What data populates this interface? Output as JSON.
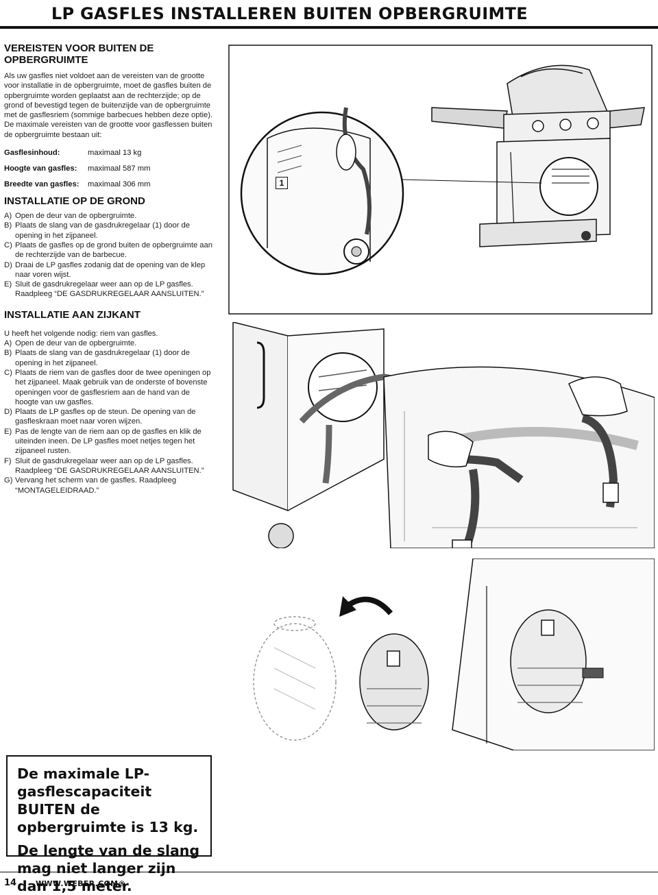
{
  "header": {
    "title": "LP GASFLES INSTALLEREN BUITEN OPBERGRUIMTE"
  },
  "requirements": {
    "heading_line1": "VEREISTEN VOOR BUITEN DE",
    "heading_line2": "OPBERGRUIMTE",
    "intro": "Als uw gasfles niet voldoet aan de vereisten van de grootte voor installatie in de opbergruimte, moet de gasfles buiten de opbergruimte worden geplaatst aan de rechterzijde; op de grond of bevestigd tegen de buitenzijde van de opbergruimte met de gasflesriem (sommige barbecues hebben deze optie). De maximale vereisten van de grootte voor gasflessen buiten de opbergruimte bestaan uit:",
    "specs": [
      {
        "label": "Gasflesinhoud:",
        "value": "maximaal 13 kg"
      },
      {
        "label": "Hoogte van gasfles:",
        "value": "maximaal 587 mm"
      },
      {
        "label": "Breedte van gasfles:",
        "value": "maximaal 306 mm"
      }
    ]
  },
  "ground": {
    "heading": "INSTALLATIE OP DE GROND",
    "steps": [
      {
        "letter": "A)",
        "text": "Open de deur van de opbergruimte."
      },
      {
        "letter": "B)",
        "text": "Plaats de slang van de gasdrukregelaar (1) door de opening in het zijpaneel."
      },
      {
        "letter": "C)",
        "text": "Plaats de gasfles op de grond buiten de opbergruimte aan de rechterzijde van de barbecue."
      },
      {
        "letter": "D)",
        "text": "Draai de LP gasfles zodanig dat de opening van de klep naar voren wijst."
      },
      {
        "letter": "E)",
        "text": "Sluit de gasdrukregelaar weer aan op de LP gasfles. Raadpleeg “DE GASDRUKREGELAAR AANSLUITEN.”"
      }
    ]
  },
  "side": {
    "heading": "INSTALLATIE AAN ZIJKANT",
    "intro": "U heeft het volgende nodig: riem van gasfles.",
    "steps": [
      {
        "letter": "A)",
        "text": "Open de deur van de opbergruimte."
      },
      {
        "letter": "B)",
        "text": "Plaats de slang van de gasdrukregelaar (1) door de opening in het zijpaneel."
      },
      {
        "letter": "C)",
        "text": "Plaats de riem van de gasfles door de twee openingen op het zijpaneel. Maak gebruik van de onderste of bovenste openingen voor de gasflesriem aan de hand van de hoogte van uw gasfles."
      },
      {
        "letter": "D)",
        "text": "Plaats de LP gasfles op de steun. De opening van de gasfleskraan moet naar voren wijzen."
      },
      {
        "letter": "E)",
        "text": "Pas de lengte van de riem aan op de gasfles en klik de uiteinden ineen. De LP gasfles moet netjes tegen het zijpaneel rusten."
      },
      {
        "letter": "F)",
        "text": "Sluit de gasdrukregelaar weer aan op de LP gasfles. Raadpleeg “DE GASDRUKREGELAAR AANSLUITEN.”"
      },
      {
        "letter": "G)",
        "text": "Vervang het scherm van de gasfles. Raadpleeg “MONTAGELEIDRAAD.”"
      }
    ]
  },
  "callout": {
    "line1": "De maximale LP-gasflescapaciteit BUITEN de opbergruimte is 13 kg.",
    "line2": "De lengte van de slang mag niet langer zijn dan 1,5 meter."
  },
  "figure": {
    "callout_number": "1"
  },
  "footer": {
    "page": "14",
    "site": "WWW.WEBER.COM®"
  }
}
